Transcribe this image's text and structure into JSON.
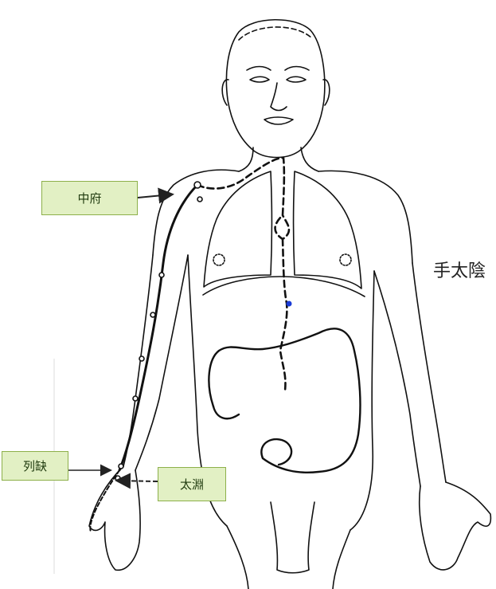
{
  "labels": {
    "zhongfu": "中府",
    "lieque": "列缺",
    "taiyuan": "太淵"
  },
  "side_title": "手太陰",
  "colors": {
    "label_fill": "#e2f0c4",
    "label_border": "#8db04a",
    "line": "#111111",
    "marker": "#1a3bd6"
  }
}
